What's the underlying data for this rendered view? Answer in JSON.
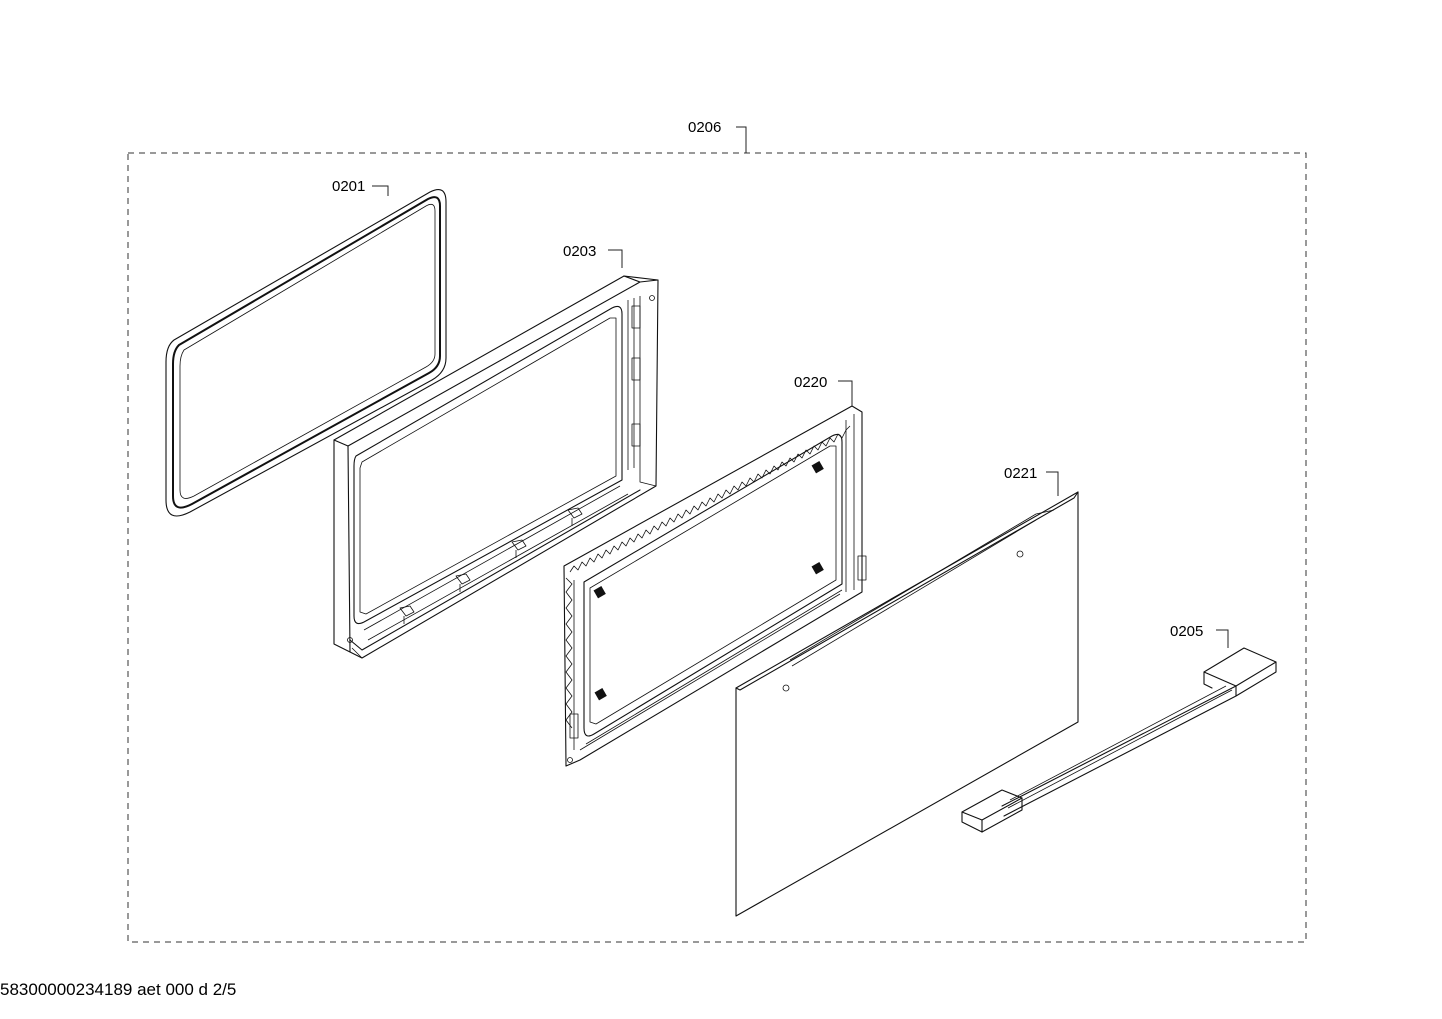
{
  "diagram": {
    "callouts": {
      "c0206": "0206",
      "c0201": "0201",
      "c0203": "0203",
      "c0220": "0220",
      "c0221": "0221",
      "c0205": "0205"
    }
  },
  "footer": {
    "reference": "58300000234189 aet 000 d 2/5"
  }
}
